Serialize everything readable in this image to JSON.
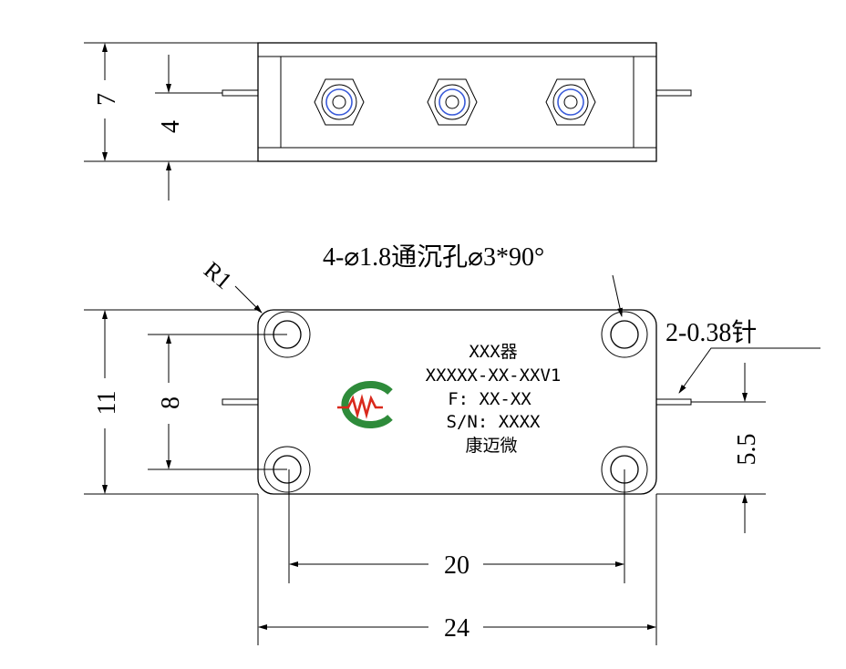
{
  "top_view": {
    "dim_height": "7",
    "dim_pin": "4"
  },
  "front_view": {
    "dim_height": "11",
    "dim_hole_spacing_v": "8",
    "dim_hole_spacing_h": "20",
    "dim_width": "24",
    "dim_pin_offset": "5.5",
    "corner_radius": "R1",
    "hole_note": "4-⌀1.8通沉孔⌀3*90°",
    "pin_note": "2-0.38针"
  },
  "label": {
    "model": "XXX器",
    "part_no": "XXXXX-XX-XXV1",
    "freq": "F: XX-XX",
    "serial": "S/N: XXXX",
    "company": "康迈微"
  },
  "colors": {
    "logo_red": "#d9291c",
    "logo_green": "#2e8b3a",
    "connector_blue": "#3a5bd9"
  }
}
